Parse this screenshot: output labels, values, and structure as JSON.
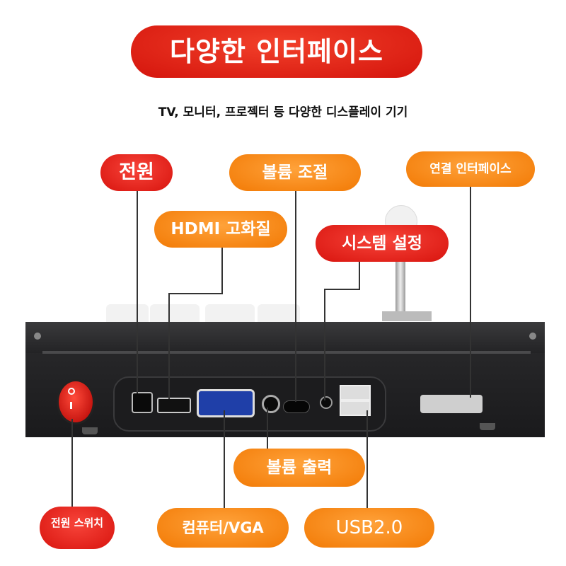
{
  "header": {
    "title": "다양한 인터페이스",
    "subtitle": "TV, 모니터, 프로젝터 등 다양한 디스플레이 기기"
  },
  "callouts": {
    "power": "전원",
    "hdmi": "HDMI 고화질",
    "volume_control": "볼륨 조절",
    "system_settings": "시스템 설정",
    "connection_interface": "연결 인터페이스",
    "volume_output": "볼륨 출력",
    "power_switch": "전원 스위치",
    "computer_vga": "컴퓨터/VGA",
    "usb": "USB2.0"
  },
  "colors": {
    "red_pill": "#e0261a",
    "orange_pill": "#f58a12",
    "device_body": "#222224"
  }
}
